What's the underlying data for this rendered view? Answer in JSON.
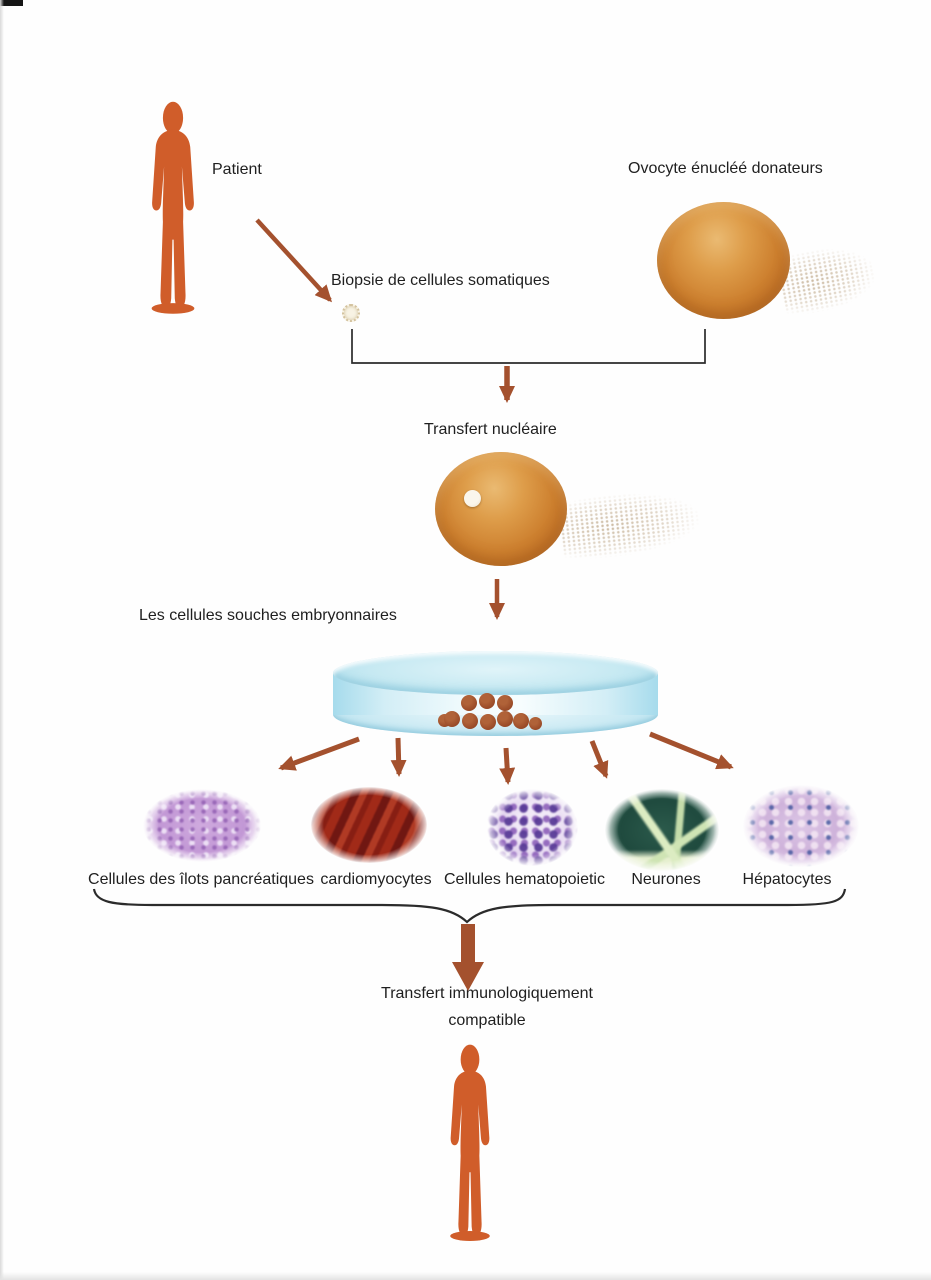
{
  "document": {
    "type": "scanned-diagram",
    "language": "fr",
    "topic": "therapeutic cloning / nuclear transfer"
  },
  "colors": {
    "silhouette": "#d05d2a",
    "arrow": "#a4512e",
    "line": "#2b2b2b",
    "dish_blue": "#c7e9f3",
    "stem_cell": "#9a4b28",
    "text": "#1f1f1f",
    "oocyte_light": "#eaba72",
    "oocyte_dark": "#a95c1d"
  },
  "labels": {
    "patient": "Patient",
    "ovocyte": "Ovocyte énucléé donateurs",
    "biopsie": "Biopsie de cellules somatiques",
    "transfert_nucleaire": "Transfert nucléaire",
    "cellules_souches": "Les cellules souches embryonnaires",
    "transfert_immuno_line1": "Transfert immunologiquement",
    "transfert_immuno_line2": "compatible"
  },
  "cell_types": [
    {
      "label": "Cellules des îlots pancréatiques",
      "figure": "pancreatic-islet-micrograph"
    },
    {
      "label": "cardiomyocytes",
      "figure": "cardiac-muscle-micrograph"
    },
    {
      "label": "Cellules hematopoietic",
      "figure": "hematopoietic-cells-micrograph"
    },
    {
      "label": "Neurones",
      "figure": "neurons-micrograph"
    },
    {
      "label": "Hépatocytes",
      "figure": "hepatocytes-micrograph"
    }
  ],
  "figures": {
    "patient_silhouette": "human-silhouette",
    "recipient_silhouette": "human-silhouette",
    "donor_oocyte": "enucleated-oocyte",
    "fused_oocyte": "oocyte-with-transferred-nucleus",
    "somatic_cell": "somatic-cell",
    "petri_dish": "petri-dish-with-embryonic-stem-cells"
  }
}
